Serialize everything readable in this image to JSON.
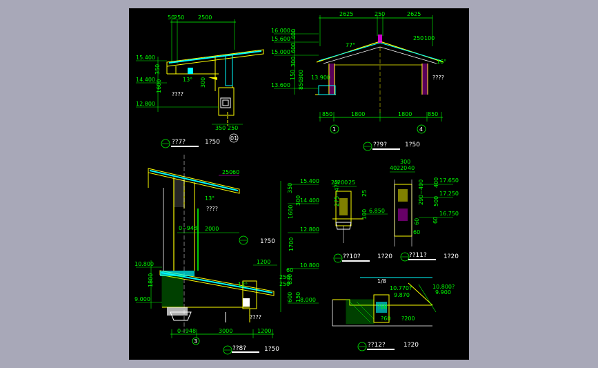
{
  "colors": {
    "background": "#a8a8b8",
    "drawing": "#000000",
    "dimension": "#00ff00",
    "structure": "#ffff00",
    "hatch": "#00ffff",
    "accent": "#ff00ff",
    "text": "#ffffff"
  },
  "d1": {
    "top_dims": [
      "50",
      "250",
      "2500"
    ],
    "elevations": [
      "15.400",
      "14.400",
      "12.800"
    ],
    "side_dims": [
      "350",
      "300",
      "1600",
      "300"
    ],
    "angle": "13°",
    "note": "????",
    "bottom_dims": [
      "350",
      "250"
    ],
    "axis": "01",
    "title": "??7?",
    "scale": "1?50"
  },
  "d2": {
    "top_dims": [
      "2625",
      "250",
      "2625"
    ],
    "elevations": [
      "16.000",
      "15.600",
      "15.000",
      "13.600",
      "13.900"
    ],
    "side_dims": [
      "400",
      "600",
      "300",
      "150",
      "300",
      "850"
    ],
    "angles": [
      "77°",
      "16°"
    ],
    "right_dims": [
      "250",
      "100"
    ],
    "note": "????",
    "bottom_dims": [
      "850",
      "1800",
      "1800",
      "850"
    ],
    "axes": [
      "1",
      "4"
    ],
    "title": "??9?",
    "scale": "1?50"
  },
  "d3": {
    "top_dims": [
      "250",
      "60"
    ],
    "elevations": [
      "15.400",
      "14.400",
      "12.800",
      "10.800",
      "10.800",
      "9.000",
      "8.000"
    ],
    "side_dims": [
      "350",
      "300",
      "1600",
      "1700",
      "1800"
    ],
    "angles": [
      "13°",
      "12°"
    ],
    "notes": [
      "????",
      "????",
      "????"
    ],
    "spans": [
      "0~948",
      "2000",
      "1200",
      "60",
      "250",
      "250",
      "850",
      "600",
      "150"
    ],
    "bottom_dims": [
      "0~948",
      "3000",
      "1200"
    ],
    "axis": "3",
    "title": "??8?",
    "scale": "1?50",
    "mid_scale": "1?50"
  },
  "d4": {
    "top_dims": [
      "25",
      "200",
      "25"
    ],
    "side_dims": [
      "275~475",
      "25",
      "100"
    ],
    "elevation": "6.850",
    "title": "??10?",
    "scale": "1?20"
  },
  "d5": {
    "top_dims": [
      "300",
      "40",
      "220",
      "40"
    ],
    "elevations": [
      "17.650",
      "17.250",
      "16.750"
    ],
    "side_dims": [
      "400",
      "290~490",
      "500",
      "60",
      "60"
    ],
    "extras": [
      "60"
    ],
    "title": "??11?",
    "scale": "1?20"
  },
  "d6": {
    "elevations": [
      "10.800?",
      "9.900",
      "10.770?",
      "9.870"
    ],
    "notes": [
      "1/8",
      "?60",
      "?60",
      "?200"
    ],
    "title": "??12?",
    "scale": "1?20"
  }
}
